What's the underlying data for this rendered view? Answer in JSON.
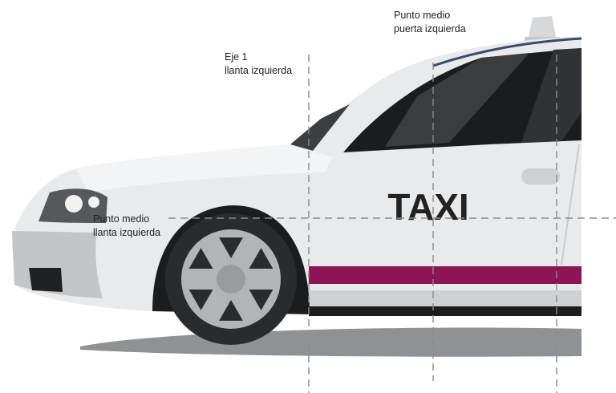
{
  "labels": {
    "axle_line1": "Eje 1",
    "axle_line2": "llanta izquierda",
    "door_line1": "Punto medio",
    "door_line2": "puerta izquierda",
    "wheel_line1": "Punto medio",
    "wheel_line2": "llanta izquierda"
  },
  "car": {
    "sign_text": "TAXI",
    "stripe_color": "#8e1457",
    "body_color": "#e9eaec"
  }
}
